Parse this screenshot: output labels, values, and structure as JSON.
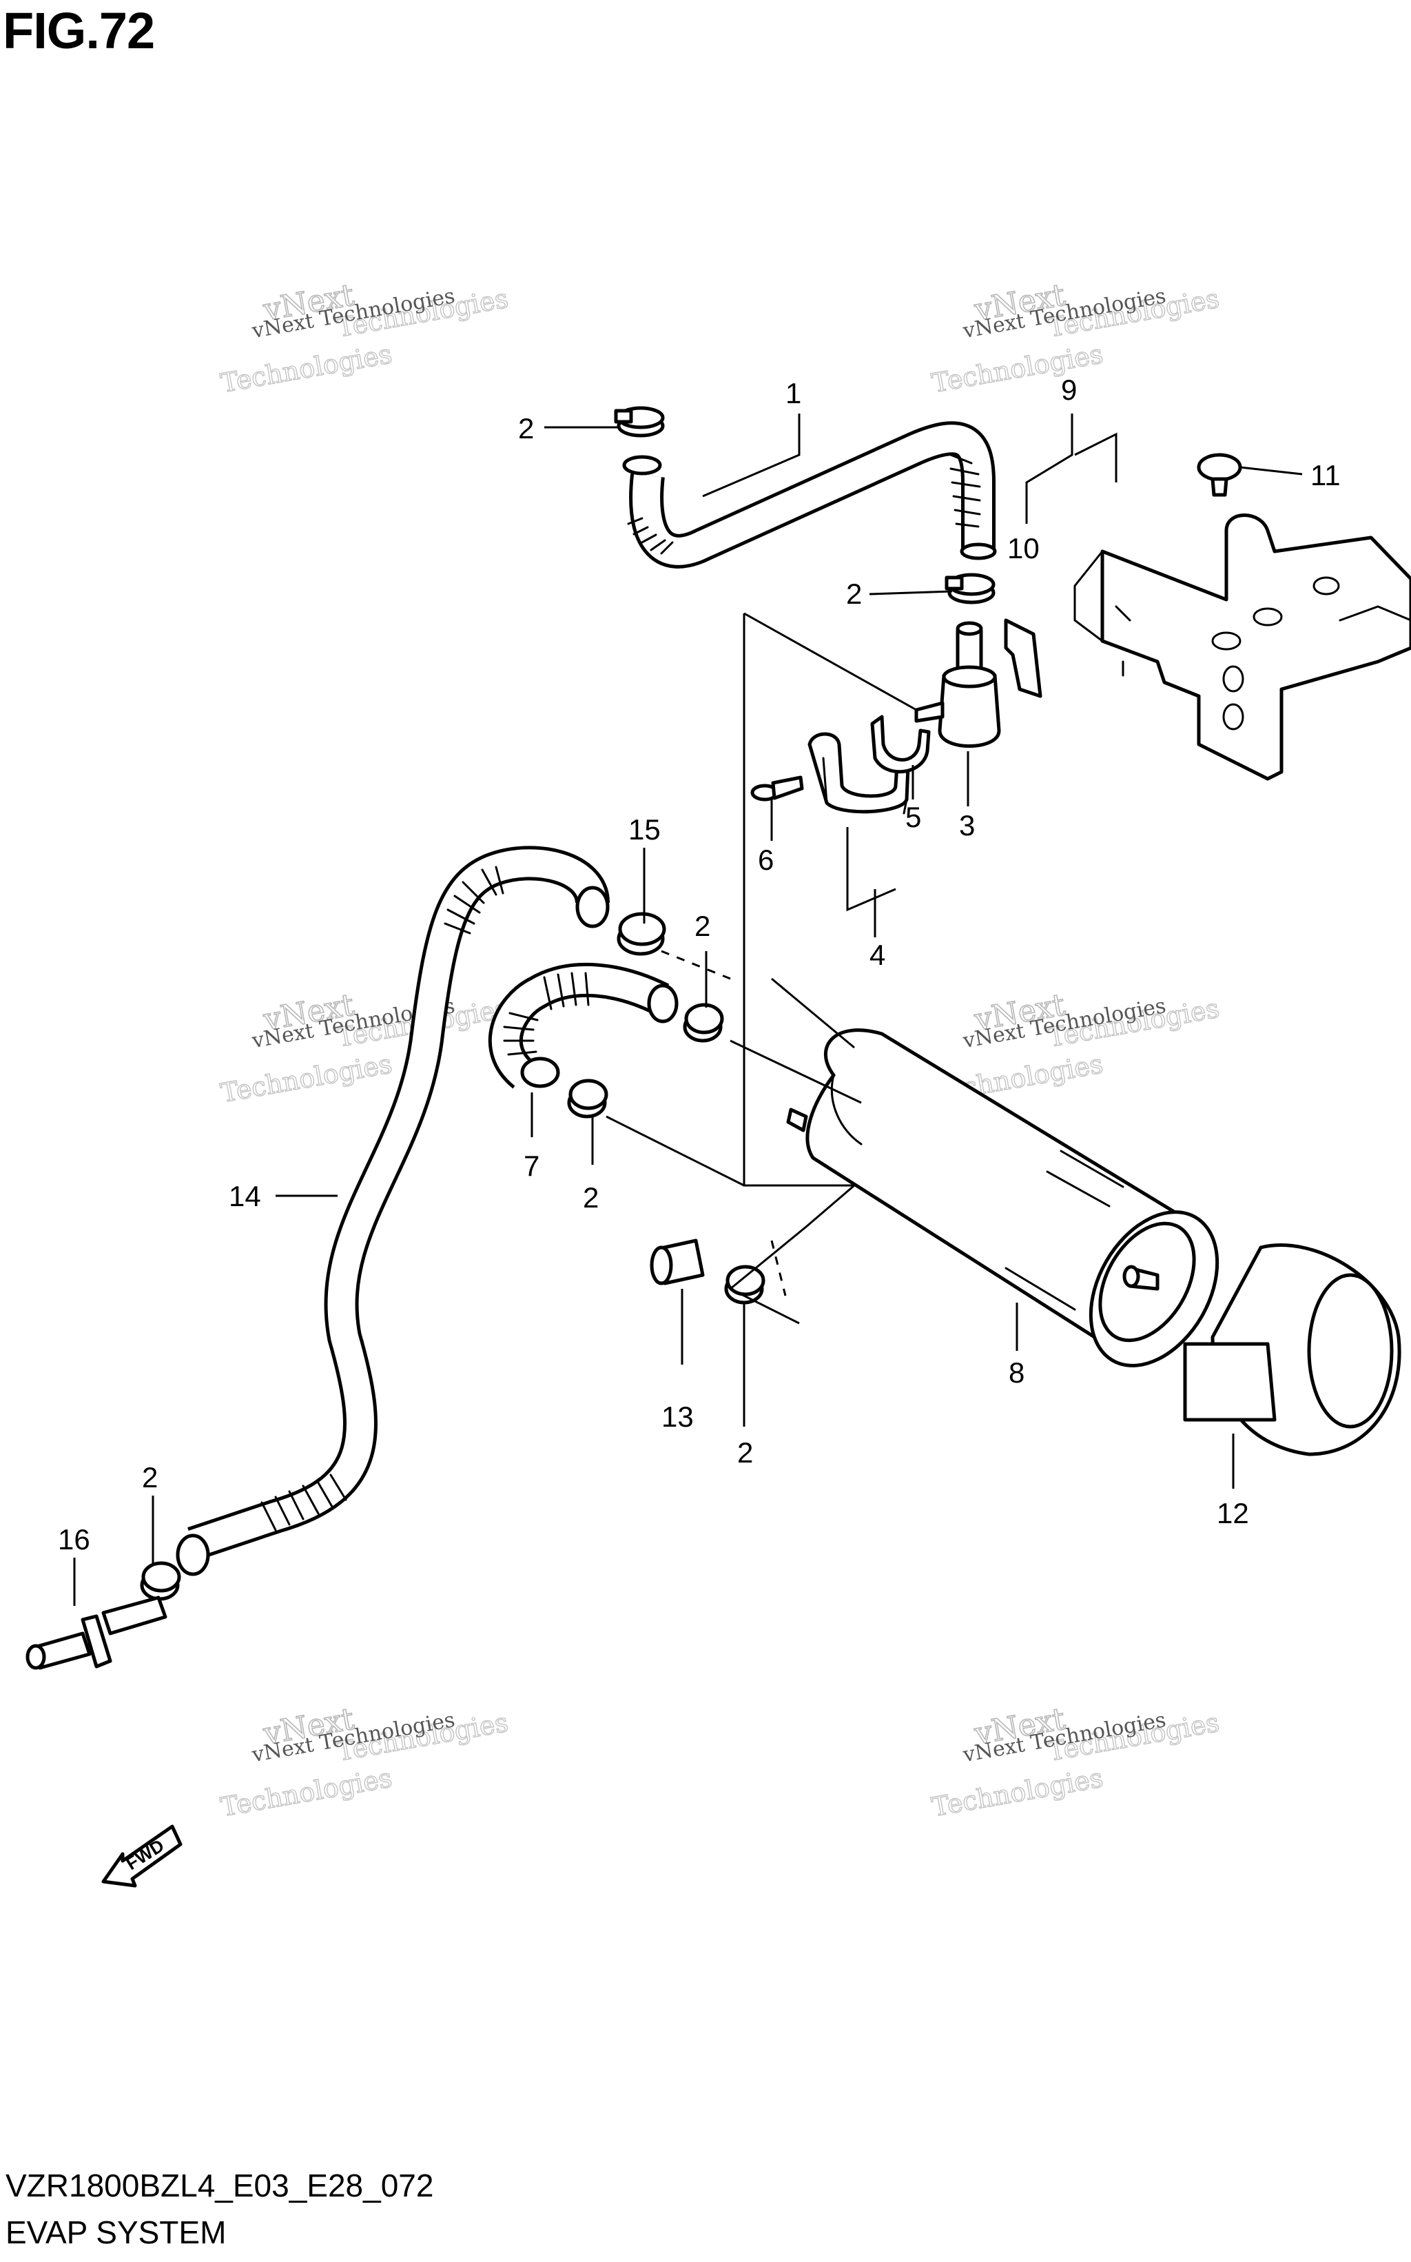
{
  "figure": {
    "title": "FIG.72",
    "code": "VZR1800BZL4_E03_E28_072",
    "name": "EVAP SYSTEM"
  },
  "watermark": {
    "line1": "vNext Technologies",
    "line2": "vNext",
    "line3": "Technologies"
  },
  "fwd_label": "FWD",
  "callouts": {
    "c1": "1",
    "c2a": "2",
    "c2b": "2",
    "c2c": "2",
    "c2d": "2",
    "c2e": "2",
    "c2f": "2",
    "c3": "3",
    "c4": "4",
    "c5": "5",
    "c6": "6",
    "c7": "7",
    "c8": "8",
    "c9": "9",
    "c10": "10",
    "c11": "11",
    "c12": "12",
    "c13": "13",
    "c14": "14",
    "c15": "15",
    "c16": "16"
  }
}
